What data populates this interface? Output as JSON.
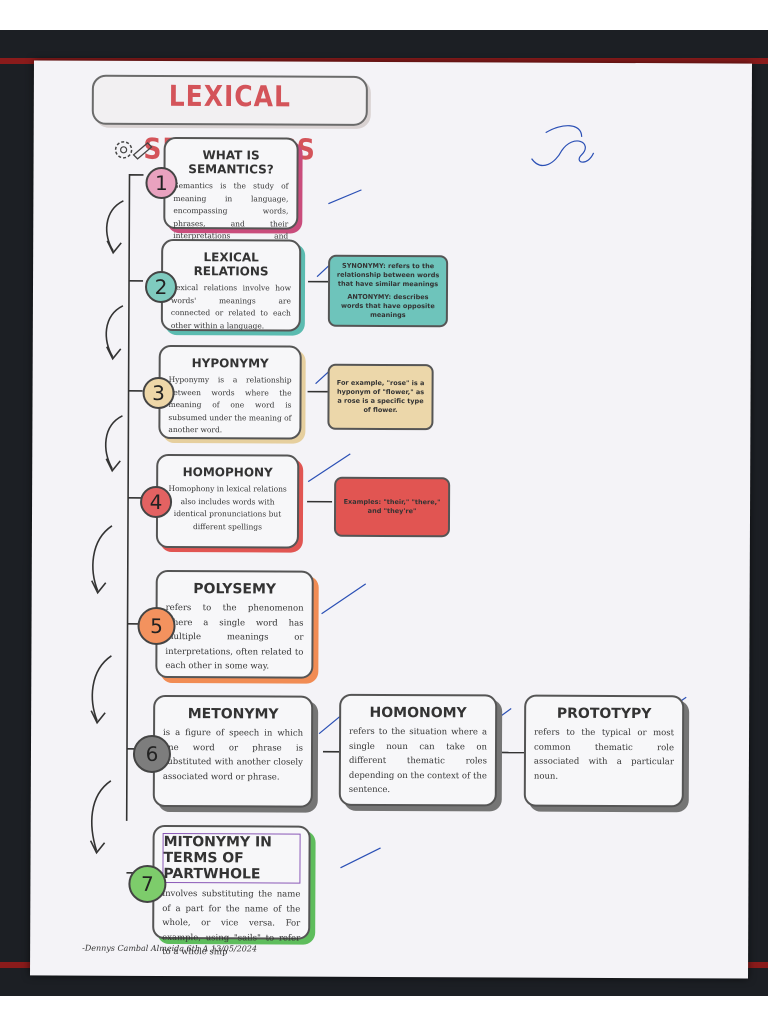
{
  "title": "LEXICAL SEMANTICS",
  "colors": {
    "title_red": "#d4545a",
    "pink": "#c94c7c",
    "teal": "#5bbbb0",
    "beige": "#e6cf9e",
    "red": "#e15552",
    "orange": "#f18c54",
    "grey": "#757575",
    "green": "#5ebd5c",
    "pen_blue": "#2a4fb5"
  },
  "cards": [
    {
      "num": "1",
      "heading": "WHAT IS SEMANTICS?",
      "body": "Semantics is the study of meaning in language, encompassing words, phrases, and their interpretations and relationships."
    },
    {
      "num": "2",
      "heading": "LEXICAL RELATIONS",
      "body": "Lexical relations involve how words' meanings are connected or related to each other within a language."
    },
    {
      "num": "3",
      "heading": "HYPONYMY",
      "body": "Hyponymy is a relationship between words where the meaning of one word is subsumed under the meaning of another word."
    },
    {
      "num": "4",
      "heading": "HOMOPHONY",
      "body": "Homophony in lexical relations also includes words with identical pronunciations but different spellings"
    },
    {
      "num": "5",
      "heading": "POLYSEMY",
      "body": "refers to the phenomenon where a single word has multiple meanings or interpretations, often related to each other in some way."
    },
    {
      "num": "6",
      "heading": "METONYMY",
      "body": "is a figure of speech in which one word or phrase is substituted with another closely associated word or phrase."
    },
    {
      "num": "7",
      "heading": "MITONYMY IN TERMS OF PARTWHOLE",
      "body": "involves substituting the name of a part for the name of the whole, or vice versa. For example, using \"sails\" to refer to a whole ship"
    }
  ],
  "notes": {
    "synonymy": "SYNONYMY: refers to the relationship between words that have similar meanings",
    "antonymy": "ANTONYMY: describes words that have opposite meanings",
    "hyponym_example": "For example, \"rose\" is a hyponym of \"flower,\" as a rose is a specific type of flower.",
    "homophone_example": "Examples: \"their,\" \"there,\" and \"they're\""
  },
  "extra_cards": [
    {
      "heading": "HOMONOMY",
      "body": "refers to the situation where a single noun can take on different thematic roles depending on the context of the sentence."
    },
    {
      "heading": "PROTOTYPY",
      "body": "refers to the typical or most common thematic role associated with a particular noun."
    }
  ],
  "footer": "-Dennys Cambal Almeida 6th A   13/05/2024"
}
